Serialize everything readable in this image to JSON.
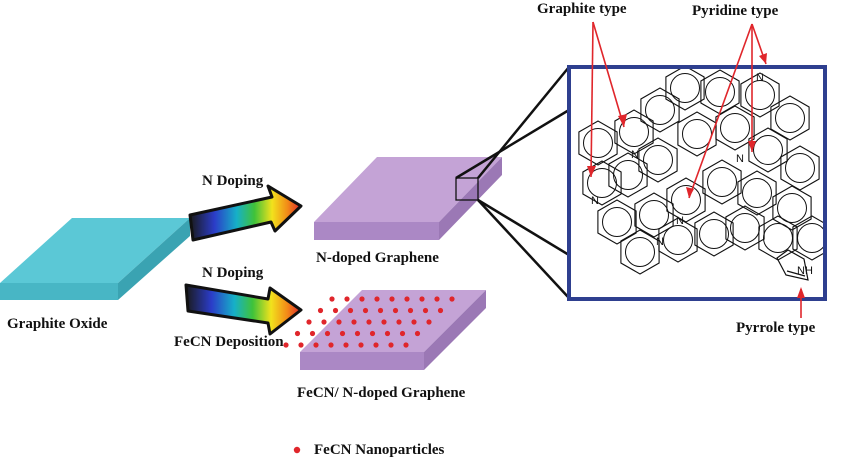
{
  "labels": {
    "graphite_oxide": "Graphite Oxide",
    "n_doping_1": "N Doping",
    "n_doping_2": "N Doping",
    "fecn_deposition": "FeCN Deposition",
    "n_doped_graphene": "N-doped Graphene",
    "fecn_n_doped_graphene": "FeCN/ N-doped Graphene",
    "legend_fecn": "FeCN Nanoparticles",
    "graphite_type": "Graphite type",
    "pyridine_type": "Pyridine type",
    "pyrrole_type": "Pyrrole type"
  },
  "atoms": {
    "n": "N",
    "nh": "NH"
  },
  "colors": {
    "graphite_oxide_top": "#5bc8d6",
    "graphene_top": "#c4a3d6",
    "graphene_side": "#9b78b5",
    "nanoparticle": "#e0262b",
    "inset_border": "#2e3f8f",
    "pointer": "#e0262b"
  }
}
